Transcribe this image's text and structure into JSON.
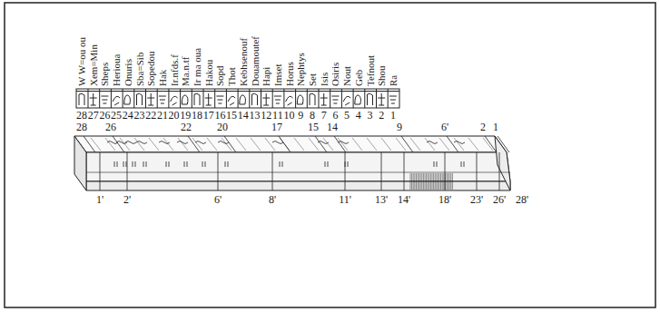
{
  "diagram": {
    "labels": [
      "W W=ou ou",
      "Xem=Min",
      "Sheps",
      "Herioua",
      "Onuris",
      "Sba=Sib",
      "Sopedou",
      "Hak",
      "Ir.nfds.f",
      "Ma.n.tf",
      "Ir ma oua",
      "Hakou",
      "Sopd",
      "Thot",
      "Kebhsenouf",
      "Douamoutef",
      "Hapi",
      "Imset",
      "Horus",
      "Nephtys",
      "Set",
      "Isis",
      "Osiris",
      "Nout",
      "Geb",
      "Tefnout",
      "Shou",
      "Ra",
      "28",
      "27",
      "26",
      "25",
      "24",
      "23",
      "22",
      "21",
      "20",
      "19",
      "18",
      "17",
      "16",
      "15",
      "14",
      "13",
      "12",
      "11",
      "10",
      "9",
      "8",
      "7",
      "6",
      "5",
      "4",
      "3",
      "2",
      "1",
      "28",
      "26",
      "22",
      "20",
      "17",
      "15",
      "14",
      "9",
      "6'",
      "2",
      "1",
      "1'",
      "2'",
      "6'",
      "8'",
      "11'",
      "13'",
      "14'",
      "18'",
      "23'",
      "26'",
      "28'"
    ]
  }
}
